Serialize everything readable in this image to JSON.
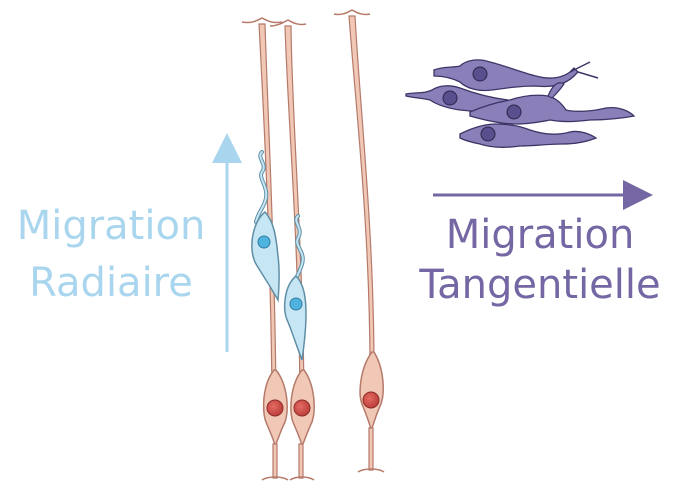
{
  "radial": {
    "line1": "Migration",
    "line2": "Radiaire",
    "color": "#a9d6ee"
  },
  "tangential": {
    "line1": "Migration",
    "line2": "Tangentielle",
    "color": "#7467a3"
  },
  "colors": {
    "radial_glia_fill": "#f1c7b6",
    "radial_glia_stroke": "#b57a6a",
    "radial_glia_nucleus": "#d4554e",
    "radial_neuron_fill": "#c6e6f4",
    "radial_neuron_stroke": "#5f8fa6",
    "radial_neuron_nucleus": "#4fb3de",
    "tangential_neuron_fill": "#8a7fb8",
    "tangential_neuron_stroke": "#3d3566",
    "tangential_neuron_nucleus": "#5a4f8e"
  }
}
